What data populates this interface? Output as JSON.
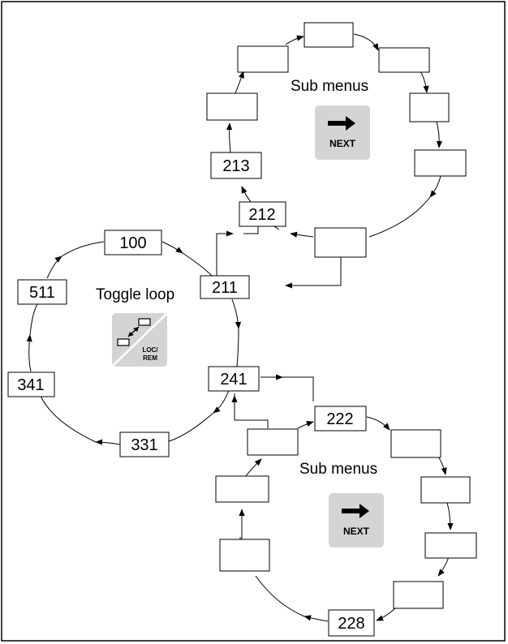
{
  "upper_loop": {
    "title": "Sub menus",
    "button_label": "NEXT",
    "boxes": [
      "",
      "",
      "",
      "",
      "",
      "",
      "213",
      "212",
      ""
    ]
  },
  "toggle_loop": {
    "title": "Toggle loop",
    "button_label_line1": "LOC/",
    "button_label_line2": "REM",
    "boxes": [
      "100",
      "211",
      "241",
      "331",
      "341",
      "511"
    ]
  },
  "lower_loop": {
    "title": "Sub menus",
    "button_label": "NEXT",
    "boxes": [
      "222",
      "",
      "",
      "",
      "",
      "228",
      "",
      "",
      ""
    ]
  }
}
